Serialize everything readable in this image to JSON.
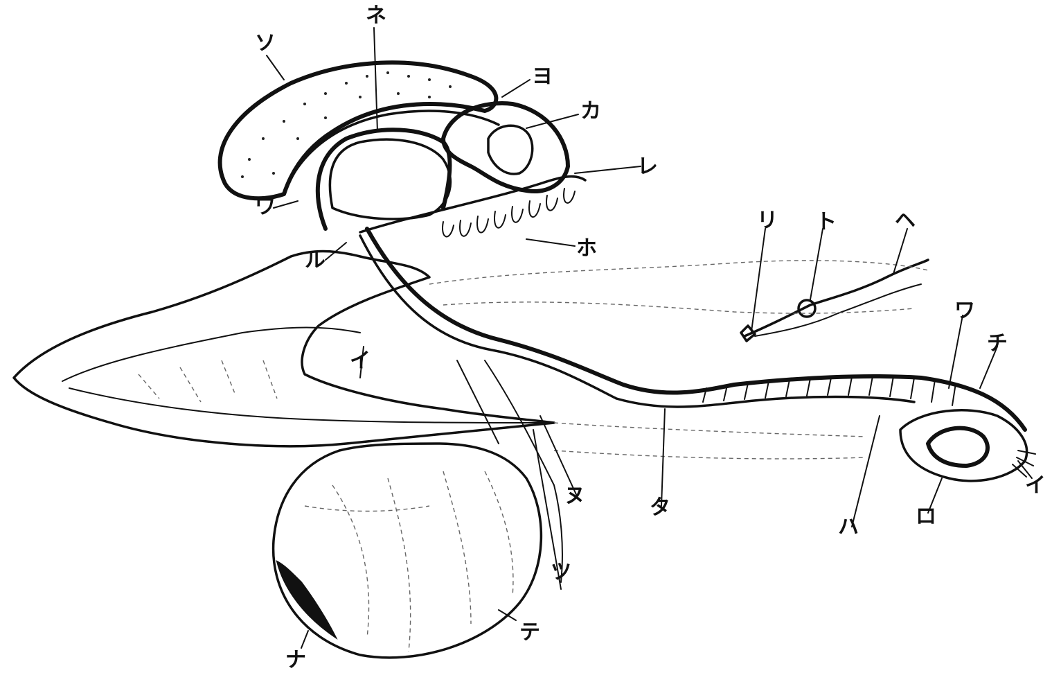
{
  "labels": {
    "so": "ソ",
    "ne": "ネ",
    "yo": "ヨ",
    "ka": "カ",
    "re": "レ",
    "ho": "ホ",
    "wa": "ワ",
    "ru": "ル",
    "ri": "リ",
    "to": "ト",
    "he": "ヘ",
    "nu": "ヌ",
    "i_left": "イ",
    "ta": "タ",
    "wa_right": "ワ",
    "chi": "チ",
    "i_right": "イ",
    "ha": "ハ",
    "ro": "ロ",
    "tsu": "ツ",
    "na": "ナ",
    "te": "テ"
  }
}
